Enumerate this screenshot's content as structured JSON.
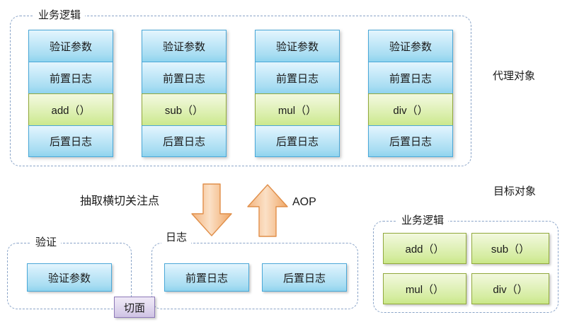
{
  "diagram": {
    "title_semantic": "spring-aop-proxy-diagram",
    "colors": {
      "blue_fill_top": "#e4f5fd",
      "blue_fill_bottom": "#8fd3ee",
      "blue_border": "#4aa8d8",
      "green_fill_top": "#f2f8de",
      "green_fill_bottom": "#c9e786",
      "green_border": "#91a93c",
      "aspect_fill": "#cfc3e4",
      "aspect_border": "#8d79b8",
      "arrow_fill": "#f7c99a",
      "arrow_border": "#e08f4a",
      "group_border": "#8aa4c8",
      "background": "#ffffff"
    }
  },
  "proxy_section": {
    "group_label": "业务逻辑",
    "outer_label": "代理对象",
    "columns": [
      {
        "name": "add-column",
        "cells": [
          {
            "text": "验证参数",
            "kind": "blue"
          },
          {
            "text": "前置日志",
            "kind": "blue"
          },
          {
            "text": "add（）",
            "kind": "green"
          },
          {
            "text": "后置日志",
            "kind": "blue"
          }
        ]
      },
      {
        "name": "sub-column",
        "cells": [
          {
            "text": "验证参数",
            "kind": "blue"
          },
          {
            "text": "前置日志",
            "kind": "blue"
          },
          {
            "text": "sub（）",
            "kind": "green"
          },
          {
            "text": "后置日志",
            "kind": "blue"
          }
        ]
      },
      {
        "name": "mul-column",
        "cells": [
          {
            "text": "验证参数",
            "kind": "blue"
          },
          {
            "text": "前置日志",
            "kind": "blue"
          },
          {
            "text": "mul（）",
            "kind": "green"
          },
          {
            "text": "后置日志",
            "kind": "blue"
          }
        ]
      },
      {
        "name": "div-column",
        "cells": [
          {
            "text": "验证参数",
            "kind": "blue"
          },
          {
            "text": "前置日志",
            "kind": "blue"
          },
          {
            "text": "div（）",
            "kind": "green"
          },
          {
            "text": "后置日志",
            "kind": "blue"
          }
        ]
      }
    ]
  },
  "middle": {
    "extract_label": "抽取横切关注点",
    "aop_label": "AOP",
    "down_arrow_icon": "arrow-down-icon",
    "up_arrow_icon": "arrow-up-icon"
  },
  "aspect_section": {
    "validation_group_label": "验证",
    "logging_group_label": "日志",
    "aspect_badge": "切面",
    "validation_items": [
      {
        "text": "验证参数"
      }
    ],
    "logging_items": [
      {
        "text": "前置日志"
      },
      {
        "text": "后置日志"
      }
    ]
  },
  "target_section": {
    "outer_label": "目标对象",
    "group_label": "业务逻辑",
    "methods": [
      {
        "text": "add（）"
      },
      {
        "text": "sub（）"
      },
      {
        "text": "mul（）"
      },
      {
        "text": "div（）"
      }
    ]
  }
}
